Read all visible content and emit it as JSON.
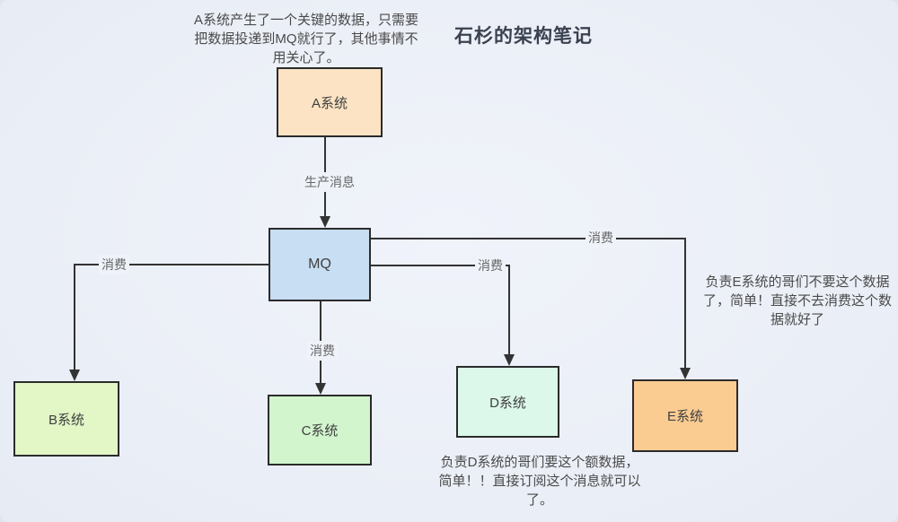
{
  "title": "石杉的架构笔记",
  "notes": {
    "producer": "A系统产生了一个关键的数据，只需要把数据投递到MQ就行了，其他事情不用关心了。",
    "consumer_e": "负责E系统的哥们不要这个数据了，简单！直接不去消费这个数据就好了",
    "consumer_d": "负责D系统的哥们要这个额数据，简单！！直接订阅这个消息就可以了。"
  },
  "nodes": {
    "a": {
      "label": "A系统",
      "fill": "#fbe3c3"
    },
    "mq": {
      "label": "MQ",
      "fill": "#c8def2"
    },
    "b": {
      "label": "B系统",
      "fill": "#e2f6c6"
    },
    "c": {
      "label": "C系统",
      "fill": "#d2f5ce"
    },
    "d": {
      "label": "D系统",
      "fill": "#dcf8ea"
    },
    "e": {
      "label": "E系统",
      "fill": "#facc92"
    }
  },
  "edges": {
    "a_to_mq": {
      "label": "生产消息"
    },
    "mq_to_b": {
      "label": "消费"
    },
    "mq_to_c": {
      "label": "消费"
    },
    "mq_to_d": {
      "label": "消费"
    },
    "mq_to_e": {
      "label": "消费"
    }
  },
  "colors": {
    "background": "#ebeff7",
    "line": "#333333",
    "node_border": "#2b2b2b",
    "title_text": "#3a4150",
    "note_text": "#4a4a4a",
    "edge_label_text": "#666666"
  }
}
